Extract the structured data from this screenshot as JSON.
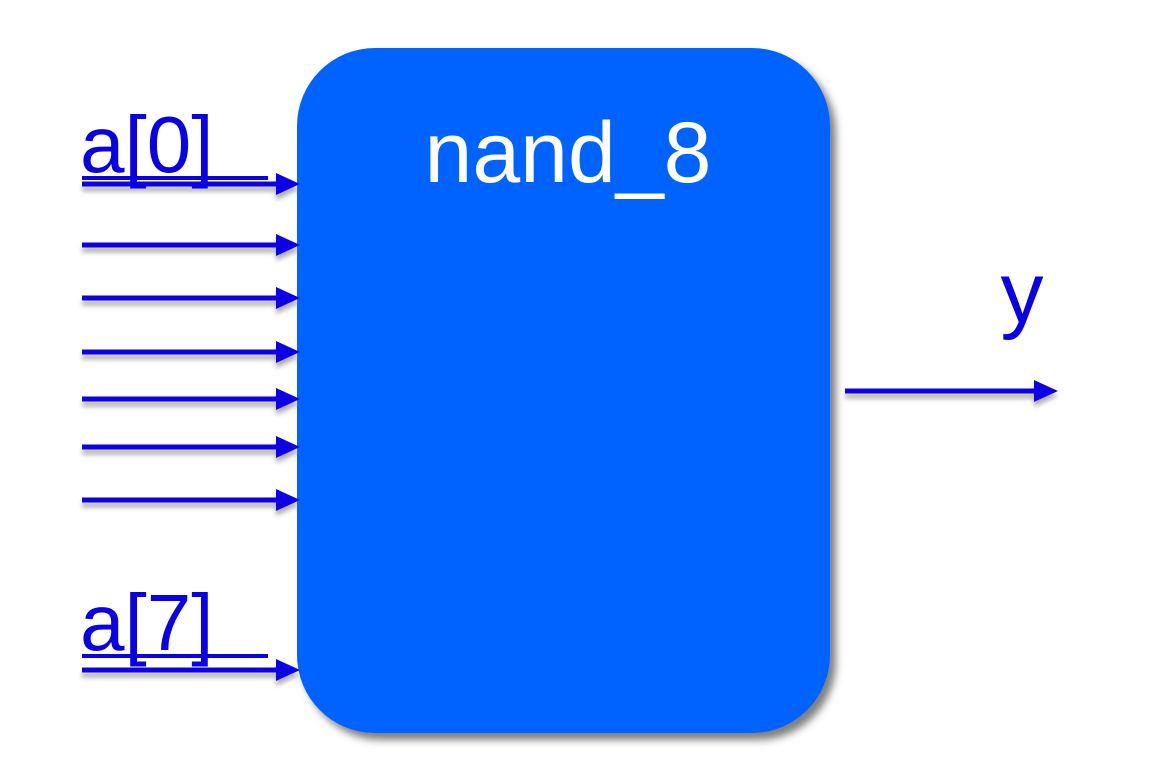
{
  "block": {
    "name": "nand_8",
    "fill_color": "#0062FF",
    "shadow_color": "#555555"
  },
  "inputs": {
    "first_label": "a[0]",
    "last_label": "a[7]",
    "count": 8
  },
  "output": {
    "label": "y"
  },
  "colors": {
    "wire": "#0A00E6",
    "label": "#0A00E6",
    "block_text": "#FFFFFF"
  }
}
